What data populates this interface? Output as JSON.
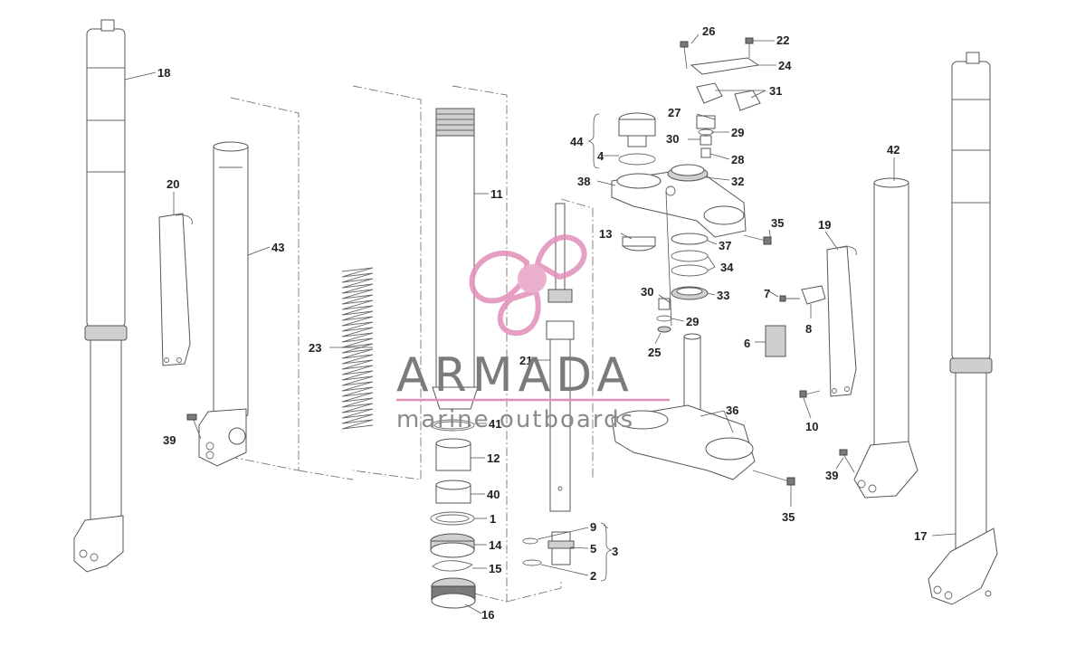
{
  "watermark": {
    "brand": "ARMADA",
    "tagline": "marine outboards",
    "accent_color": "#e28fb8"
  },
  "callouts": {
    "c18": "18",
    "c20": "20",
    "c43": "43",
    "c39a": "39",
    "c23": "23",
    "c11": "11",
    "c41": "41",
    "c12": "12",
    "c40": "40",
    "c1": "1",
    "c14": "14",
    "c15": "15",
    "c16": "16",
    "c21": "21",
    "c13": "13",
    "c9": "9",
    "c5": "5",
    "c2": "2",
    "c3": "3",
    "c44": "44",
    "c4": "4",
    "c38": "38",
    "c26": "26",
    "c22": "22",
    "c24": "24",
    "c31": "31",
    "c27": "27",
    "c29a": "29",
    "c30a": "30",
    "c28": "28",
    "c32": "32",
    "c35a": "35",
    "c37": "37",
    "c34": "34",
    "c33": "33",
    "c30b": "30",
    "c29b": "29",
    "c25": "25",
    "c36": "36",
    "c35b": "35",
    "c7": "7",
    "c8": "8",
    "c6": "6",
    "c10": "10",
    "c19": "19",
    "c42": "42",
    "c39b": "39",
    "c17": "17"
  }
}
